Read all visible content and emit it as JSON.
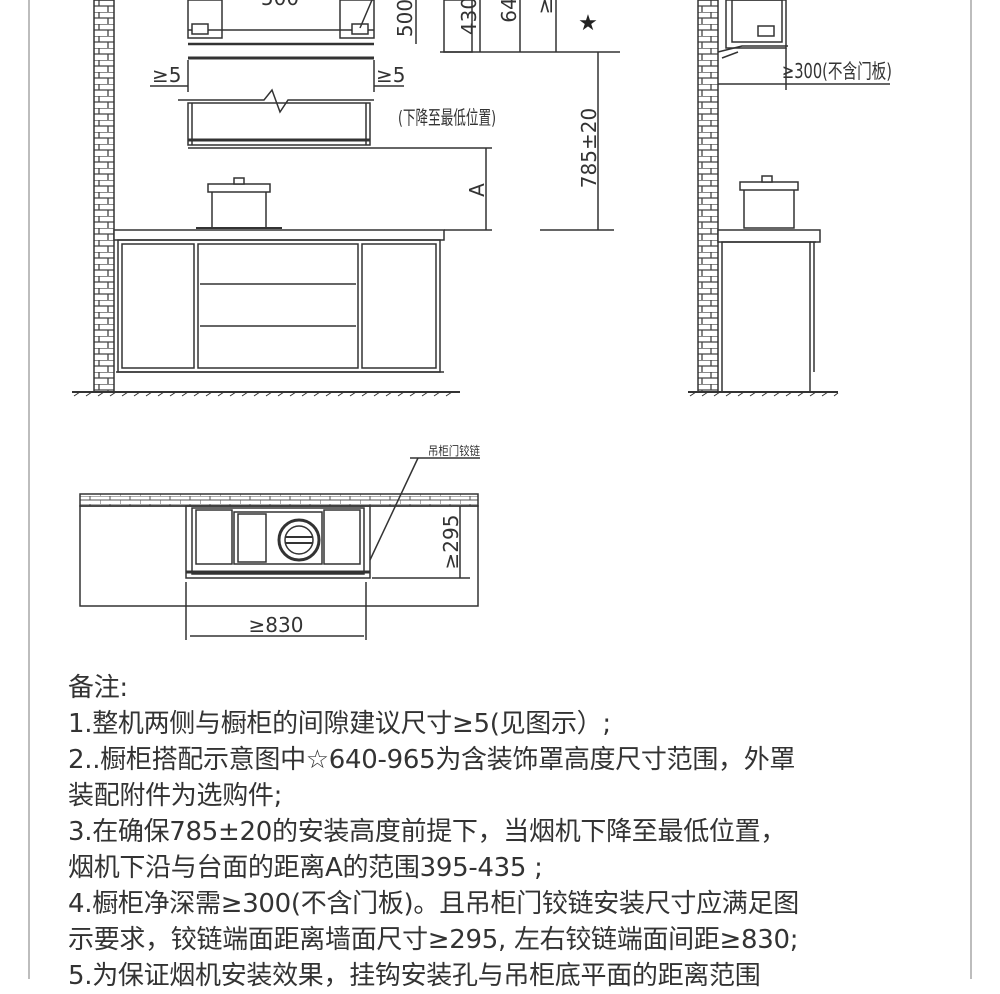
{
  "labels": {
    "top_dim_500": "500",
    "top_dim_430": "430",
    "top_dim_640": "64",
    "top_dim_ge": "≥",
    "star": "★",
    "left_gap": "≥5",
    "right_gap": "≥5",
    "lowest_position": "(下降至最低位置)",
    "height_785": "785±20",
    "dim_a": "A",
    "depth_300": "≥300(不含门板)",
    "hinge_label": "吊柜门铰链",
    "dim_295": "≥295",
    "dim_830": "≥830"
  },
  "notes": {
    "title": "备注:",
    "line1": "1.整机两侧与橱柜的间隙建议尺寸≥5(见图示）;",
    "line2a": "2..橱柜搭配示意图中☆640-965为含装饰罩高度尺寸范围，外罩",
    "line2b": "装配附件为选购件;",
    "line3a": "3.在确保785±20的安装高度前提下，当烟机下降至最低位置，",
    "line3b": "烟机下沿与台面的距离A的范围395-435 ;",
    "line4a": "4.橱柜净深需≥300(不含门板)。且吊柜门铰链安装尺寸应满足图",
    "line4b": "示要求，铰链端面距离墙面尺寸≥295, 左右铰链端面间距≥830;",
    "line5": "5.为保证烟机安装效果，挂钩安装孔与吊柜底平面的距离范围"
  }
}
